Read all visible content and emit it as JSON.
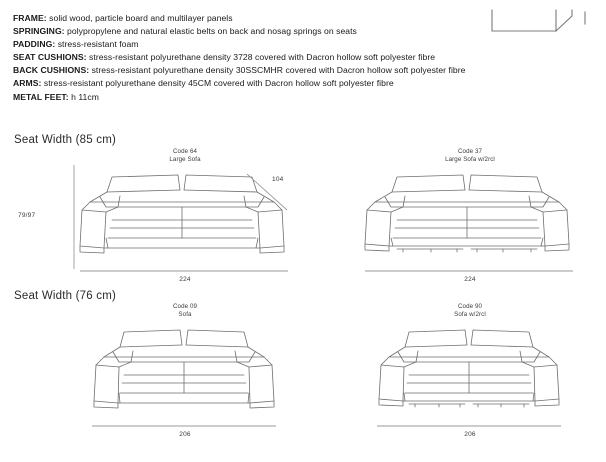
{
  "logo": {
    "icon": "brand-mark-icon"
  },
  "specifications": [
    {
      "key": "FRAME:",
      "value": " solid wood, particle board and multilayer panels"
    },
    {
      "key": "SPRINGING:",
      "value": " polypropylene and natural elastic belts on back and nosag springs on seats"
    },
    {
      "key": "PADDING:",
      "value": " stress-resistant foam"
    },
    {
      "key": "SEAT CUSHIONS:",
      "value": " stress-resistant polyurethane density 3728 covered with Dacron hollow soft polyester fibre"
    },
    {
      "key": "BACK CUSHIONS:",
      "value": " stress-resistant polyurethane density 30SSCMHR covered with Dacron hollow soft polyester fibre"
    },
    {
      "key": "ARMS:",
      "value": " stress-resistant polyurethane density 45CM covered with Dacron hollow soft polyester fibre"
    },
    {
      "key": "METAL FEET:",
      "value": " h 11cm"
    }
  ],
  "sections": [
    {
      "title": "Seat Width (85 cm)"
    },
    {
      "title": "Seat Width (76 cm)"
    }
  ],
  "models": [
    {
      "code": "Code 64",
      "name": "Large Sofa",
      "width": "224",
      "height": "79/97",
      "depth": "104",
      "recliner_feet": false
    },
    {
      "code": "Code 37",
      "name": "Large Sofa w/2rcl",
      "width": "224",
      "height": "",
      "depth": "",
      "recliner_feet": true
    },
    {
      "code": "Code 09",
      "name": "Sofa",
      "width": "206",
      "height": "",
      "depth": "",
      "recliner_feet": false
    },
    {
      "code": "Code 90",
      "name": "Sofa w/2rcl",
      "width": "206",
      "height": "",
      "depth": "",
      "recliner_feet": true
    }
  ],
  "colors": {
    "line": "#6e6e6e",
    "text": "#1a1a1a",
    "dimension": "#9a9a9a"
  }
}
